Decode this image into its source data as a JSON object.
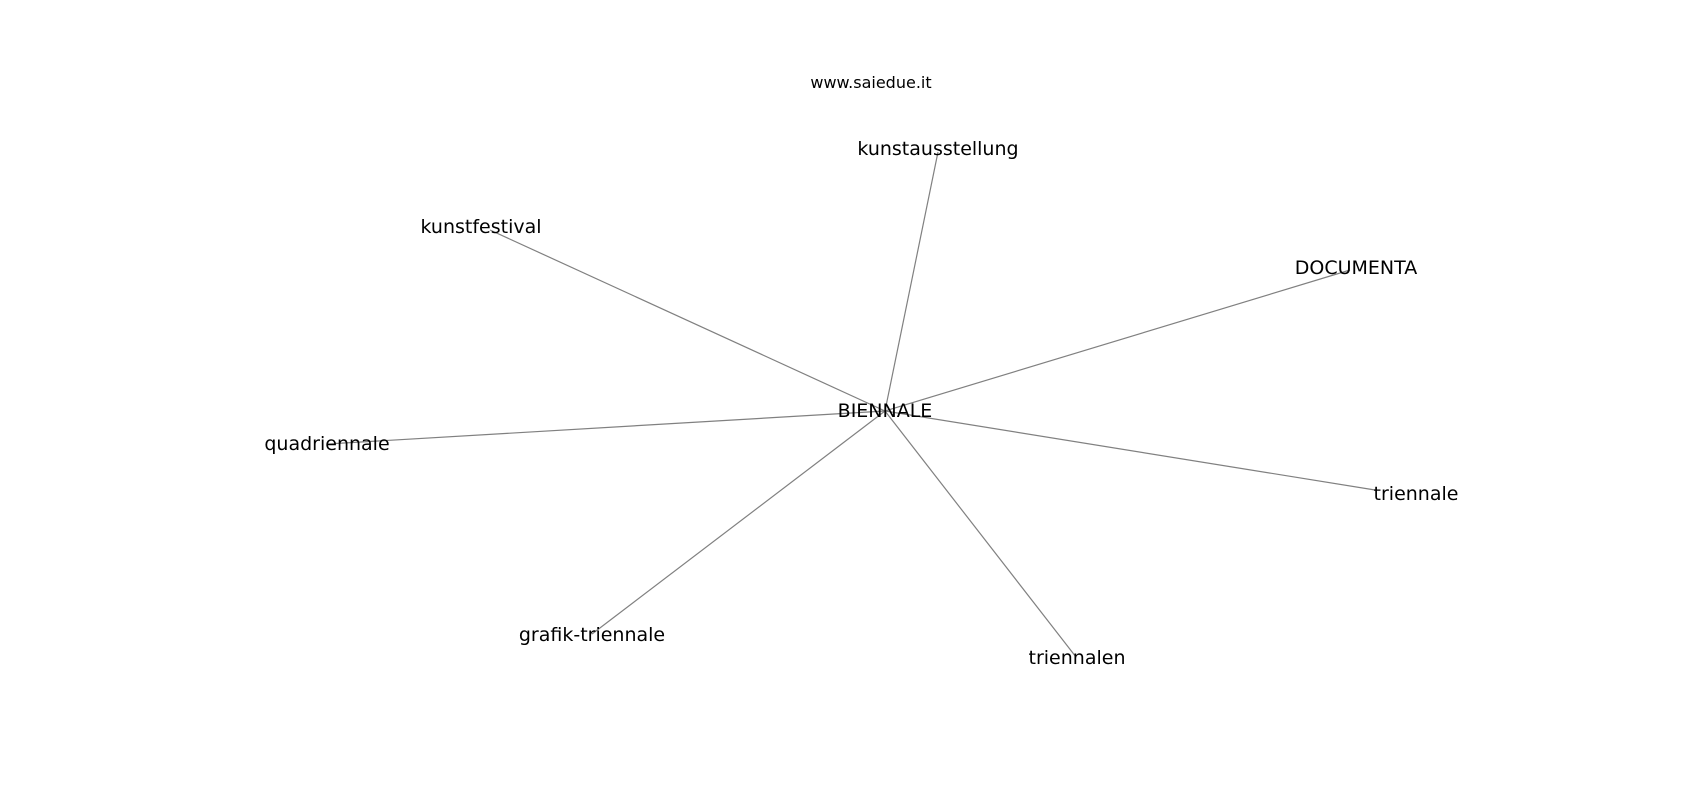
{
  "source": "www.saiedue.it",
  "center": "BIENNALE",
  "nodes": [
    "kunstausstellung",
    "kunstfestival",
    "DOCUMENTA",
    "quadriennale",
    "triennale",
    "grafik-triennale",
    "triennalen"
  ],
  "colors": {
    "edge": "#808080",
    "text": "#000000",
    "background": "#ffffff"
  }
}
